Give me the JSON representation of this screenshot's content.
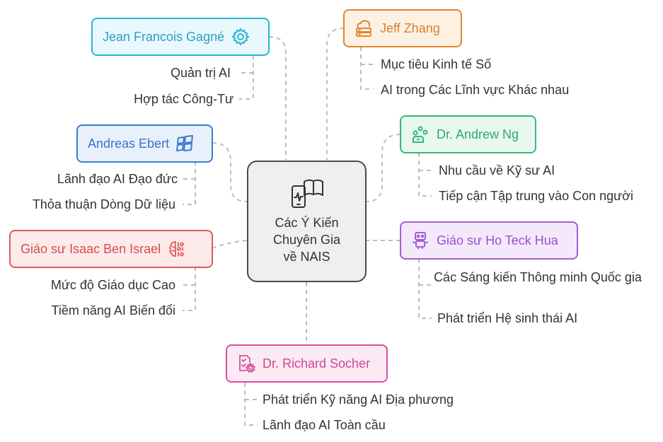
{
  "center": {
    "title_lines": [
      "Các Ý Kiến",
      "Chuyên Gia",
      "về NAIS"
    ],
    "icon": "mobile-book-icon"
  },
  "colors": {
    "cyan": "#2bb5d8",
    "orange": "#e0882f",
    "blue": "#3b7bd1",
    "green": "#35b87a",
    "red": "#e05a5a",
    "purple": "#a55bd6",
    "pink": "#d94fa0",
    "line": "#bdbdbd"
  },
  "experts": [
    {
      "name": "Jean Francois Gagné",
      "icon": "gear-icon",
      "points": [
        "Quản trị AI",
        "Hợp tác Công-Tư"
      ]
    },
    {
      "name": "Jeff Zhang",
      "icon": "cloud-server-icon",
      "points": [
        "Mục tiêu Kinh tế Số",
        "AI trong Các Lĩnh vực Khác nhau"
      ]
    },
    {
      "name": "Andreas Ebert",
      "icon": "windows-logo-icon",
      "points": [
        "Lãnh đạo AI Đạo đức",
        "Thỏa thuận Dòng Dữ liệu"
      ]
    },
    {
      "name": "Dr. Andrew Ng",
      "icon": "robot-molecule-icon",
      "points": [
        "Nhu cầu về Kỹ sư AI",
        "Tiếp cận Tập trung vào Con người"
      ]
    },
    {
      "name": "Giáo sư Isaac Ben Israel",
      "icon": "brain-binary-icon",
      "points": [
        "Mức độ Giáo dục Cao",
        "Tiềm năng AI Biến đổi"
      ]
    },
    {
      "name": "Giáo sư Ho Teck Hua",
      "icon": "robot-icon",
      "points": [
        "Các Sáng kiến Thông minh Quốc gia",
        "Phát triển Hệ sinh thái AI"
      ]
    },
    {
      "name": "Dr. Richard Socher",
      "icon": "document-gear-icon",
      "points": [
        "Phát triển Kỹ năng AI Địa phương",
        "Lãnh đạo AI Toàn cầu"
      ]
    }
  ]
}
